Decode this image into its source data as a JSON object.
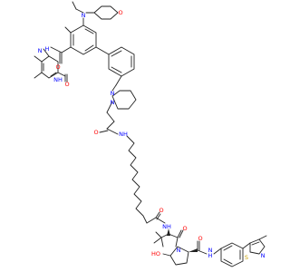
{
  "colors": {
    "bond": "#222222",
    "nitrogen": "#0000ff",
    "oxygen": "#ff0000",
    "sulfur": "#c8a000",
    "background": "#ffffff"
  },
  "labels": {
    "N": "N",
    "O": "O",
    "S": "S",
    "NH": "NH",
    "HN": "HN",
    "HO": "HO",
    "H": "H"
  }
}
